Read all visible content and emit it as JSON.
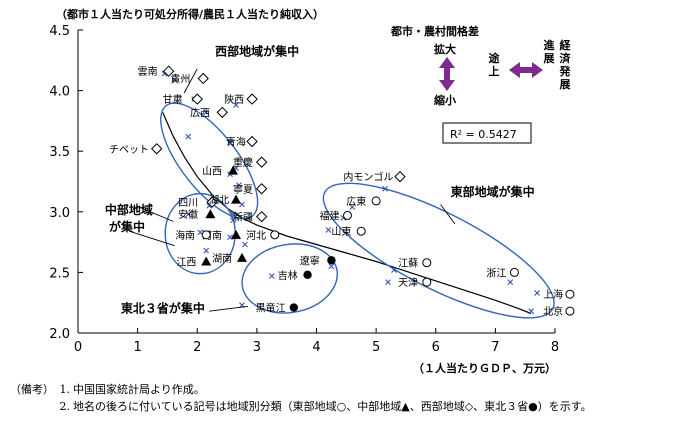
{
  "chart_data": {
    "type": "scatter",
    "title": "（都市１人当たり可処分所得/農民１人当たり純収入）",
    "xlabel": "（１人当たりＧＤＰ、万元）",
    "ylabel": "",
    "xlim": [
      0,
      8
    ],
    "ylim": [
      2.0,
      4.5
    ],
    "xticks": [
      "0",
      "1",
      "2",
      "3",
      "4",
      "5",
      "6",
      "7",
      "8"
    ],
    "yticks": [
      "2.0",
      "2.5",
      "3.0",
      "3.5",
      "4.0",
      "4.5"
    ],
    "grid": false,
    "r_squared": "R² = 0.5427",
    "trendline": [
      [
        1.42,
        3.82
      ],
      [
        1.6,
        3.62
      ],
      [
        1.8,
        3.44
      ],
      [
        2.0,
        3.29
      ],
      [
        2.25,
        3.14
      ],
      [
        2.5,
        3.03
      ],
      [
        2.75,
        2.95
      ],
      [
        3.0,
        2.89
      ],
      [
        3.5,
        2.8
      ],
      [
        4.0,
        2.73
      ],
      [
        4.5,
        2.66
      ],
      [
        5.0,
        2.59
      ],
      [
        5.5,
        2.51
      ],
      [
        6.0,
        2.43
      ],
      [
        6.5,
        2.35
      ],
      [
        7.0,
        2.27
      ],
      [
        7.4,
        2.2
      ],
      [
        7.6,
        2.16
      ]
    ],
    "points": [
      {
        "name": "雲南",
        "x": 1.45,
        "y": 4.14,
        "group": "west"
      },
      {
        "name": "貴州",
        "x": 1.62,
        "y": 4.09,
        "group": "west"
      },
      {
        "name": "甘粛",
        "x": 1.95,
        "y": 3.93,
        "group": "west"
      },
      {
        "name": "広西",
        "x": 2.15,
        "y": 3.82,
        "group": "west"
      },
      {
        "name": "陝西",
        "x": 2.65,
        "y": 3.88,
        "group": "west"
      },
      {
        "name": "青海",
        "x": 2.55,
        "y": 3.57,
        "group": "west"
      },
      {
        "name": "チベット",
        "x": 1.85,
        "y": 3.62,
        "group": "west"
      },
      {
        "name": "重慶",
        "x": 2.65,
        "y": 3.36,
        "group": "west"
      },
      {
        "name": "寧夏",
        "x": 2.7,
        "y": 3.22,
        "group": "west"
      },
      {
        "name": "四川",
        "x": 2.2,
        "y": 3.05,
        "group": "west"
      },
      {
        "name": "新疆",
        "x": 2.6,
        "y": 2.98,
        "group": "west"
      },
      {
        "name": "内モンゴル",
        "x": 5.15,
        "y": 3.19,
        "group": "west"
      },
      {
        "name": "山西",
        "x": 2.55,
        "y": 3.31,
        "group": "central"
      },
      {
        "name": "湖北",
        "x": 2.75,
        "y": 3.06,
        "group": "central"
      },
      {
        "name": "安徽",
        "x": 1.85,
        "y": 2.98,
        "group": "central"
      },
      {
        "name": "河南",
        "x": 2.55,
        "y": 2.79,
        "group": "central"
      },
      {
        "name": "湖南",
        "x": 2.6,
        "y": 2.93,
        "group": "central"
      },
      {
        "name": "江西",
        "x": 2.15,
        "y": 2.68,
        "group": "central"
      },
      {
        "name": "福建",
        "x": 4.45,
        "y": 2.95,
        "group": "east"
      },
      {
        "name": "広東",
        "x": 4.6,
        "y": 3.04,
        "group": "east"
      },
      {
        "name": "山東",
        "x": 4.2,
        "y": 2.85,
        "group": "east"
      },
      {
        "name": "海南",
        "x": 2.05,
        "y": 2.83,
        "group": "east"
      },
      {
        "name": "河北",
        "x": 2.8,
        "y": 2.73,
        "group": "east"
      },
      {
        "name": "江蘇",
        "x": 5.3,
        "y": 2.52,
        "group": "east"
      },
      {
        "name": "天津",
        "x": 5.2,
        "y": 2.42,
        "group": "east"
      },
      {
        "name": "浙江",
        "x": 7.25,
        "y": 2.42,
        "group": "east"
      },
      {
        "name": "上海",
        "x": 7.7,
        "y": 2.33,
        "group": "east"
      },
      {
        "name": "北京",
        "x": 7.6,
        "y": 2.18,
        "group": "east"
      },
      {
        "name": "遼寧",
        "x": 4.25,
        "y": 2.55,
        "group": "northeast"
      },
      {
        "name": "吉林",
        "x": 3.25,
        "y": 2.47,
        "group": "northeast"
      },
      {
        "name": "黒竜江",
        "x": 2.75,
        "y": 2.23,
        "group": "northeast"
      }
    ],
    "labels": [
      {
        "name": "雲南",
        "mx": 1.52,
        "my": 4.16,
        "marker": "diamond",
        "tx": 1.0,
        "ty": 4.16,
        "anchor": "start"
      },
      {
        "name": "貴州",
        "mx": 2.1,
        "my": 4.1,
        "marker": "diamond",
        "tx": 1.55,
        "ty": 4.1,
        "anchor": "start"
      },
      {
        "name": "甘粛",
        "mx": 2.0,
        "my": 3.93,
        "marker": "diamond",
        "tx": 1.42,
        "ty": 3.93,
        "anchor": "start"
      },
      {
        "name": "広西",
        "mx": 2.42,
        "my": 3.82,
        "marker": "diamond",
        "tx": 1.88,
        "ty": 3.82,
        "anchor": "start"
      },
      {
        "name": "陝西",
        "mx": 2.92,
        "my": 3.93,
        "marker": "diamond",
        "tx": 2.45,
        "ty": 3.93,
        "anchor": "start"
      },
      {
        "name": "青海",
        "mx": 2.92,
        "my": 3.58,
        "marker": "diamond",
        "tx": 2.48,
        "ty": 3.58,
        "anchor": "start"
      },
      {
        "name": "チベット",
        "mx": 1.32,
        "my": 3.52,
        "marker": "diamond",
        "tx": 0.52,
        "ty": 3.52,
        "anchor": "start"
      },
      {
        "name": "重慶",
        "mx": 3.08,
        "my": 3.41,
        "marker": "diamond",
        "tx": 2.6,
        "ty": 3.41,
        "anchor": "start"
      },
      {
        "name": "寧夏",
        "mx": 3.08,
        "my": 3.19,
        "marker": "diamond",
        "tx": 2.6,
        "ty": 3.19,
        "anchor": "start"
      },
      {
        "name": "四川",
        "mx": 2.25,
        "my": 3.08,
        "marker": "diamond",
        "tx": 1.68,
        "ty": 3.08,
        "anchor": "start"
      },
      {
        "name": "新疆",
        "mx": 3.08,
        "my": 2.96,
        "marker": "diamond",
        "tx": 2.6,
        "ty": 2.96,
        "anchor": "start"
      },
      {
        "name": "内モンゴル",
        "mx": 5.4,
        "my": 3.29,
        "marker": "diamond",
        "tx": 4.45,
        "ty": 3.29,
        "anchor": "start"
      },
      {
        "name": "山西",
        "mx": 2.6,
        "my": 3.34,
        "marker": "triangle",
        "tx": 2.08,
        "ty": 3.34,
        "anchor": "start"
      },
      {
        "name": "湖北",
        "mx": 2.65,
        "my": 3.1,
        "marker": "triangle",
        "tx": 2.2,
        "ty": 3.1,
        "anchor": "start"
      },
      {
        "name": "安徽",
        "mx": 2.22,
        "my": 2.98,
        "marker": "triangle",
        "tx": 1.68,
        "ty": 2.98,
        "anchor": "start"
      },
      {
        "name": "河南",
        "mx": 2.65,
        "my": 2.81,
        "marker": "triangle",
        "tx": 2.08,
        "ty": 2.81,
        "anchor": "start"
      },
      {
        "name": "湖南",
        "mx": 2.75,
        "my": 2.62,
        "marker": "triangle",
        "tx": 2.25,
        "ty": 2.62,
        "anchor": "start"
      },
      {
        "name": "江西",
        "mx": 2.15,
        "my": 2.59,
        "marker": "triangle",
        "tx": 1.65,
        "ty": 2.59,
        "anchor": "start"
      },
      {
        "name": "福建",
        "mx": 4.52,
        "my": 2.97,
        "marker": "circle",
        "tx": 4.05,
        "ty": 2.97,
        "anchor": "start"
      },
      {
        "name": "広東",
        "mx": 5.0,
        "my": 3.09,
        "marker": "circle",
        "tx": 4.5,
        "ty": 3.09,
        "anchor": "start"
      },
      {
        "name": "山東",
        "mx": 4.75,
        "my": 2.84,
        "marker": "circle",
        "tx": 4.25,
        "ty": 2.84,
        "anchor": "start"
      },
      {
        "name": "海南",
        "mx": 2.15,
        "my": 2.81,
        "marker": "circle",
        "tx": 1.63,
        "ty": 2.81,
        "anchor": "start"
      },
      {
        "name": "河北",
        "mx": 3.3,
        "my": 2.81,
        "marker": "circle",
        "tx": 2.82,
        "ty": 2.81,
        "anchor": "start"
      },
      {
        "name": "江蘇",
        "mx": 5.85,
        "my": 2.58,
        "marker": "circle",
        "tx": 5.37,
        "ty": 2.58,
        "anchor": "start"
      },
      {
        "name": "天津",
        "mx": 5.85,
        "my": 2.42,
        "marker": "circle",
        "tx": 5.37,
        "ty": 2.42,
        "anchor": "start"
      },
      {
        "name": "浙江",
        "mx": 7.32,
        "my": 2.5,
        "marker": "circle",
        "tx": 6.85,
        "ty": 2.5,
        "anchor": "start"
      },
      {
        "name": "上海",
        "mx": 8.25,
        "my": 2.32,
        "marker": "circle",
        "tx": 7.8,
        "ty": 2.32,
        "anchor": "start"
      },
      {
        "name": "北京",
        "mx": 8.25,
        "my": 2.18,
        "marker": "circle",
        "tx": 7.8,
        "ty": 2.18,
        "anchor": "start"
      },
      {
        "name": "遼寧",
        "mx": 4.25,
        "my": 2.6,
        "marker": "dot",
        "tx": 3.72,
        "ty": 2.6,
        "anchor": "start"
      },
      {
        "name": "吉林",
        "mx": 3.85,
        "my": 2.48,
        "marker": "dot",
        "tx": 3.35,
        "ty": 2.48,
        "anchor": "start"
      },
      {
        "name": "黒竜江",
        "mx": 3.62,
        "my": 2.21,
        "marker": "dot",
        "tx": 2.98,
        "ty": 2.21,
        "anchor": "start"
      }
    ],
    "ellipses": [
      {
        "cx": 2.2,
        "cy": 3.42,
        "rx": 70,
        "ry": 28,
        "rot": 52
      },
      {
        "cx": 2.05,
        "cy": 2.82,
        "rx": 35,
        "ry": 40,
        "rot": 0
      },
      {
        "cx": 6.05,
        "cy": 2.68,
        "rx": 128,
        "ry": 38,
        "rot": 27
      },
      {
        "cx": 3.55,
        "cy": 2.45,
        "rx": 48,
        "ry": 34,
        "rot": -10
      }
    ],
    "annotations": [
      {
        "text": "西部地域が集中",
        "x": 2.3,
        "y": 4.29,
        "anchor": "start",
        "size": 12
      },
      {
        "text": "中部地域",
        "x": 0.45,
        "y": 2.98,
        "anchor": "start",
        "size": 12
      },
      {
        "text": "が集中",
        "x": 0.52,
        "y": 2.84,
        "anchor": "start",
        "size": 12
      },
      {
        "text": "東部地域が集中",
        "x": 6.25,
        "y": 3.13,
        "anchor": "start",
        "size": 12
      },
      {
        "text": "東北３省が集中",
        "x": 0.72,
        "y": 2.17,
        "anchor": "start",
        "size": 12
      }
    ],
    "connectors": [
      [
        [
          2.0,
          4.18
        ],
        [
          1.78,
          3.98
        ]
      ],
      [
        [
          1.02,
          3.04
        ],
        [
          1.6,
          2.92
        ]
      ],
      [
        [
          0.86,
          2.84
        ],
        [
          1.62,
          2.72
        ]
      ],
      [
        [
          6.08,
          3.06
        ],
        [
          6.32,
          2.9
        ]
      ],
      [
        [
          2.2,
          2.18
        ],
        [
          2.85,
          2.22
        ]
      ]
    ],
    "legend": {
      "title": "都市・農村間格差",
      "expand": "拡大",
      "shrink": "縮小",
      "developing": "途上",
      "advanced": "進展",
      "economy": "経済発展",
      "color": "#7b2c8e"
    }
  },
  "notes": {
    "label": "（備考）",
    "items": [
      {
        "num": "1.",
        "text": "中国国家統計局より作成。"
      },
      {
        "num": "2.",
        "text": "地名の後ろに付いている記号は地域別分類（東部地域○、中部地域▲、西部地域◇、東北３省●）を示す。"
      }
    ]
  },
  "colors": {
    "point": "#3355bb",
    "ellipse": "#3366b8",
    "trend": "#000000"
  }
}
